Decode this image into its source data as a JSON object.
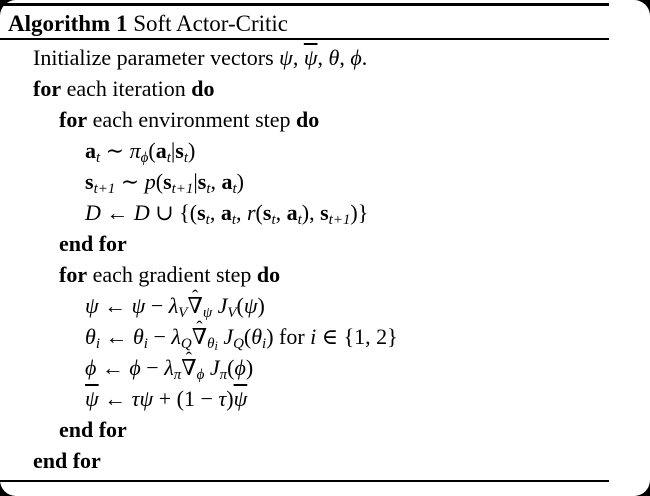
{
  "colors": {
    "background": "#000000",
    "paper": "#ffffff",
    "text": "#000000",
    "rule": "#000000"
  },
  "header": {
    "label": "Algorithm 1",
    "title": " Soft Actor-Critic"
  },
  "algorithm": {
    "lines": [
      {
        "indent": 0,
        "tokens": [
          [
            "Initialize parameter vectors ",
            ""
          ],
          [
            "ψ",
            "i"
          ],
          [
            ", ",
            ""
          ],
          [
            "ψ",
            "i bar"
          ],
          [
            ", ",
            ""
          ],
          [
            "θ",
            "i"
          ],
          [
            ", ",
            ""
          ],
          [
            "ϕ",
            "i"
          ],
          [
            ".",
            ""
          ]
        ]
      },
      {
        "indent": 0,
        "tokens": [
          [
            "for",
            "kw"
          ],
          [
            " each iteration ",
            ""
          ],
          [
            "do",
            "kw"
          ]
        ]
      },
      {
        "indent": 1,
        "tokens": [
          [
            "for",
            "kw"
          ],
          [
            " each environment step ",
            ""
          ],
          [
            "do",
            "kw"
          ]
        ]
      },
      {
        "indent": 2,
        "tokens": [
          [
            "a",
            "b"
          ],
          [
            "t",
            "sub"
          ],
          [
            " ∼ ",
            ""
          ],
          [
            "π",
            "i"
          ],
          [
            "ϕ",
            "sub"
          ],
          [
            "(",
            ""
          ],
          [
            "a",
            "b"
          ],
          [
            "t",
            "sub"
          ],
          [
            "|",
            ""
          ],
          [
            "s",
            "b"
          ],
          [
            "t",
            "sub"
          ],
          [
            ")",
            ""
          ]
        ]
      },
      {
        "indent": 2,
        "tokens": [
          [
            "s",
            "b"
          ],
          [
            "t+1",
            "sub"
          ],
          [
            " ∼ ",
            ""
          ],
          [
            "p",
            "i"
          ],
          [
            "(",
            ""
          ],
          [
            "s",
            "b"
          ],
          [
            "t+1",
            "sub"
          ],
          [
            "|",
            ""
          ],
          [
            "s",
            "b"
          ],
          [
            "t",
            "sub"
          ],
          [
            ", ",
            ""
          ],
          [
            "a",
            "b"
          ],
          [
            "t",
            "sub"
          ],
          [
            ")",
            ""
          ]
        ]
      },
      {
        "indent": 2,
        "tokens": [
          [
            "D",
            "cal"
          ],
          [
            " ← ",
            ""
          ],
          [
            "D",
            "cal"
          ],
          [
            " ∪ ",
            ""
          ],
          [
            "{(",
            ""
          ],
          [
            "s",
            "b"
          ],
          [
            "t",
            "sub"
          ],
          [
            ", ",
            ""
          ],
          [
            "a",
            "b"
          ],
          [
            "t",
            "sub"
          ],
          [
            ", ",
            ""
          ],
          [
            "r",
            "i"
          ],
          [
            "(",
            ""
          ],
          [
            "s",
            "b"
          ],
          [
            "t",
            "sub"
          ],
          [
            ", ",
            ""
          ],
          [
            "a",
            "b"
          ],
          [
            "t",
            "sub"
          ],
          [
            "), ",
            ""
          ],
          [
            "s",
            "b"
          ],
          [
            "t+1",
            "sub"
          ],
          [
            ")}",
            ""
          ]
        ]
      },
      {
        "indent": 1,
        "tokens": [
          [
            "end for",
            "kw"
          ]
        ]
      },
      {
        "indent": 1,
        "tokens": [
          [
            "for",
            "kw"
          ],
          [
            " each gradient step ",
            ""
          ],
          [
            "do",
            "kw"
          ]
        ]
      },
      {
        "indent": 2,
        "tokens": [
          [
            "ψ",
            "i"
          ],
          [
            " ← ",
            ""
          ],
          [
            "ψ",
            "i"
          ],
          [
            " − ",
            ""
          ],
          [
            "λ",
            "i"
          ],
          [
            "V",
            "sub"
          ],
          [
            "∇",
            "hat"
          ],
          [
            "ψ",
            "sub"
          ],
          [
            " ",
            ""
          ],
          [
            "J",
            "i"
          ],
          [
            "V",
            "sub"
          ],
          [
            "(",
            ""
          ],
          [
            "ψ",
            "i"
          ],
          [
            ")",
            ""
          ]
        ]
      },
      {
        "indent": 2,
        "tokens": [
          [
            "θ",
            "i"
          ],
          [
            "i",
            "sub"
          ],
          [
            " ← ",
            ""
          ],
          [
            "θ",
            "i"
          ],
          [
            "i",
            "sub"
          ],
          [
            " − ",
            ""
          ],
          [
            "λ",
            "i"
          ],
          [
            "Q",
            "sub"
          ],
          [
            "∇",
            "hat"
          ],
          [
            "θ",
            "sub"
          ],
          [
            "i",
            "ssub"
          ],
          [
            " ",
            ""
          ],
          [
            "J",
            "i"
          ],
          [
            "Q",
            "sub"
          ],
          [
            "(",
            ""
          ],
          [
            "θ",
            "i"
          ],
          [
            "i",
            "sub"
          ],
          [
            ")",
            ""
          ],
          [
            " for ",
            ""
          ],
          [
            "i",
            "i"
          ],
          [
            " ∈ ",
            ""
          ],
          [
            "{1, 2}",
            ""
          ]
        ]
      },
      {
        "indent": 2,
        "tokens": [
          [
            "ϕ",
            "i"
          ],
          [
            " ← ",
            ""
          ],
          [
            "ϕ",
            "i"
          ],
          [
            " − ",
            ""
          ],
          [
            "λ",
            "i"
          ],
          [
            "π",
            "sub"
          ],
          [
            "∇",
            "hat"
          ],
          [
            "ϕ",
            "sub"
          ],
          [
            " ",
            ""
          ],
          [
            "J",
            "i"
          ],
          [
            "π",
            "sub"
          ],
          [
            "(",
            ""
          ],
          [
            "ϕ",
            "i"
          ],
          [
            ")",
            ""
          ]
        ]
      },
      {
        "indent": 2,
        "tokens": [
          [
            "ψ",
            "i bar"
          ],
          [
            " ← ",
            ""
          ],
          [
            "τ",
            "i"
          ],
          [
            "ψ",
            "i"
          ],
          [
            " + ",
            ""
          ],
          [
            "(1 − ",
            ""
          ],
          [
            "τ",
            "i"
          ],
          [
            ")",
            ""
          ],
          [
            "ψ",
            "i bar"
          ]
        ]
      },
      {
        "indent": 1,
        "tokens": [
          [
            "end for",
            "kw"
          ]
        ]
      },
      {
        "indent": 0,
        "tokens": [
          [
            "end for",
            "kw"
          ]
        ]
      }
    ]
  }
}
